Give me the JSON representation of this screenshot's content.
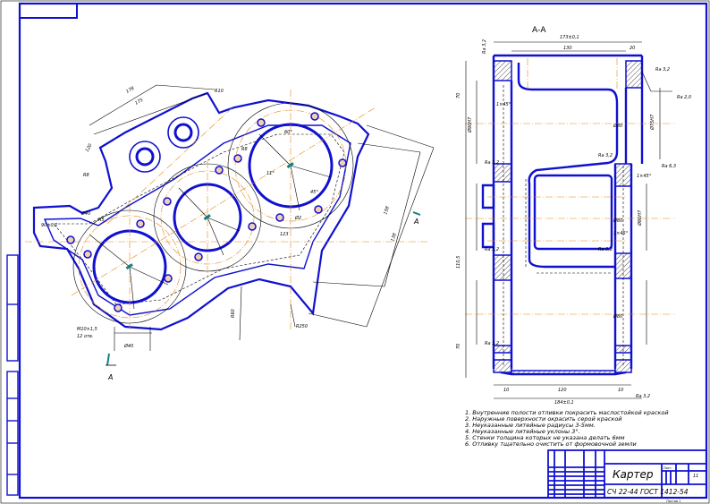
{
  "drawing": {
    "section_label": "А-А",
    "view_arrow_label": "А",
    "main_view_dims": [
      "178",
      "R10",
      "175",
      "R8",
      "120",
      "90±0,1",
      "Ø40",
      "R5",
      "M10×1,5",
      "12 отв.",
      "Ø40",
      "R250",
      "R60",
      "158",
      "138",
      "60°",
      "45°",
      "11°",
      "123",
      "Ø2",
      "R8"
    ],
    "section_dims": [
      "173±0,1",
      "130",
      "20",
      "Ra 3,2",
      "Ra 2,0",
      "Ra 6,3",
      "Ra 3,2",
      "Ra 3,2",
      "Ra 3,2",
      "Ra 3,2",
      "Ra 3,2",
      "Ra 3,2",
      "120",
      "10",
      "10",
      "184±0,1",
      "Ø80",
      "Ø80",
      "Ø80",
      "1×45°",
      "1×45°",
      "1×45°",
      "Ø75H7",
      "Ø90H7",
      "Ø80H7",
      "70",
      "70",
      "110,5"
    ]
  },
  "notes": [
    "1. Внутренние полости отливки покрасить маслостойкой краской",
    "2. Наружные поверхности окрасить серой краской",
    "3. Неуказанные литейные радиусы 3-5мм.",
    "4. Неуказанные литейные уклоны 3°.",
    "5. Стенки толщина которых не указана делать 6мм",
    "6. Отливку тщательно очистить от формовочной земли"
  ],
  "title_block": {
    "part_name": "Картер",
    "material": "СЧ 22-44 ГОСТ 1412-54",
    "sheet_code": "11",
    "sheet": "Лист",
    "sheets": "Листов 1"
  },
  "colors": {
    "outline": "#1010d0",
    "axis": "#e08a1a",
    "marker": "#108080"
  }
}
